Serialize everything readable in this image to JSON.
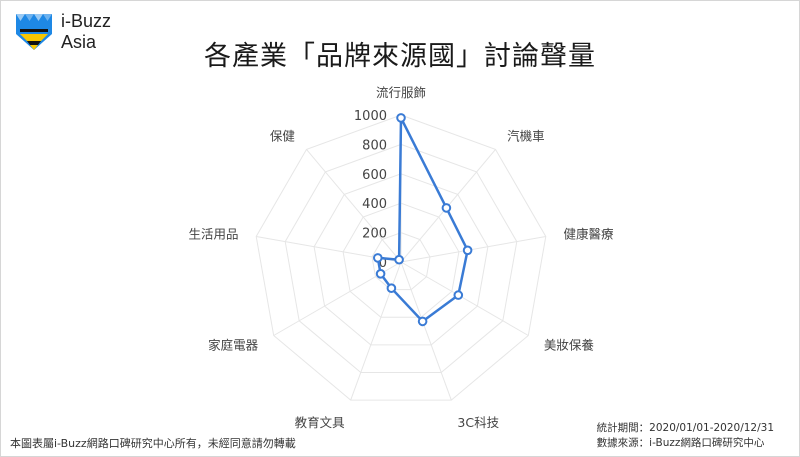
{
  "header": {
    "brand_line1": "i-Buzz",
    "brand_line2": "Asia",
    "title": "各產業「品牌來源國」討論聲量"
  },
  "logo": {
    "icon": "ibuzz-logo-icon",
    "colors": [
      "#1e88e5",
      "#f7c600",
      "#111111"
    ]
  },
  "chart_data": {
    "type": "radar",
    "title": "各產業「品牌來源國」討論聲量",
    "categories": [
      "流行服飾",
      "汽機車",
      "健康醫療",
      "美妝保養",
      "3C科技",
      "教育文具",
      "家庭電器",
      "生活用品",
      "保健"
    ],
    "series": [
      {
        "values": [
          980,
          480,
          460,
          450,
          430,
          190,
          160,
          160,
          20
        ]
      }
    ],
    "rlim": [
      0,
      1000
    ],
    "rticks": [
      0,
      200,
      400,
      600,
      800,
      1000
    ],
    "grid": true,
    "legend": "none",
    "line_color": "#3a7bd5",
    "grid_color": "#e6e6e6"
  },
  "footer": {
    "copyright": "本圖表屬i-Buzz網路口碑研究中心所有，未經同意請勿轉載",
    "period": "統計期間：2020/01/01-2020/12/31",
    "source": "數據來源：i-Buzz網路口碑研究中心"
  }
}
